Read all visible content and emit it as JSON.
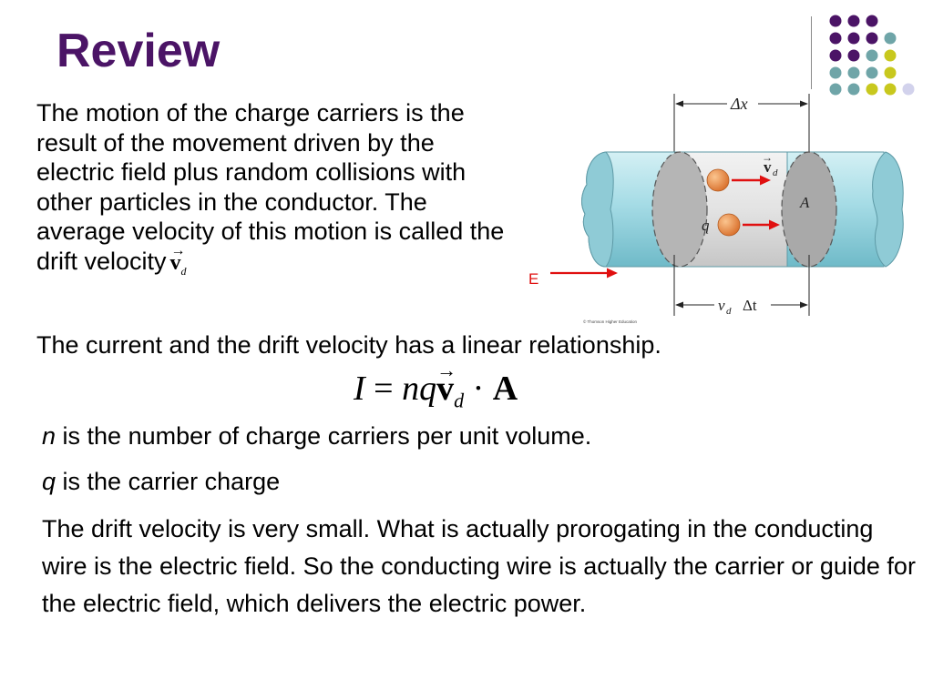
{
  "title": "Review",
  "intro_text": "The motion of the charge carriers is the result of the movement driven by the electric field plus random collisions with other particles in the conductor. The average velocity of this motion is called the drift velocity",
  "drift_symbol": {
    "base": "v",
    "subscript": "d",
    "arrow": "→"
  },
  "diagram": {
    "dx_label": "Δx",
    "vd_label": "v",
    "vd_sub": "d",
    "q_label": "q",
    "area_label": "A",
    "bottom_label": "v",
    "bottom_sub": "d",
    "bottom_rest": "Δt",
    "field_label": "E",
    "copyright": "© Thomson Higher Education"
  },
  "linear_text": "The current and the drift velocity has a linear relationship.",
  "equation": {
    "lhs": "I",
    "equals": " = ",
    "nq": "nq",
    "v": "v",
    "arrow": "→",
    "sub": "d",
    "dot": " · ",
    "A": "A"
  },
  "definitions": {
    "n_var": "n",
    "n_text": " is the number of charge carriers per unit volume.",
    "q_var": "q",
    "q_text": " is the carrier charge"
  },
  "closing_text": "The drift velocity is very small. What is actually prorogating in the conducting wire is the electric field. So the conducting wire is actually the carrier or guide for the electric field, which delivers the electric power.",
  "colors": {
    "title": "#4b1466",
    "dot_purple": "#4b1466",
    "dot_teal": "#6fa5a8",
    "dot_yellow": "#c8c81e",
    "dot_lavender": "#d2d2ec",
    "wire": "#9ed6e0",
    "arrow_red": "#e01010",
    "carrier": "#e88a45"
  }
}
